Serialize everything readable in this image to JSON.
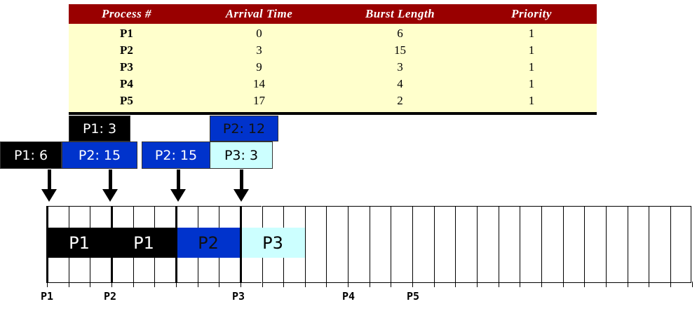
{
  "table": {
    "headers": [
      "Process #",
      "Arrival Time",
      "Burst Length",
      "Priority"
    ],
    "rows": [
      {
        "process": "P1",
        "arrival": "0",
        "burst": "6",
        "priority": "1"
      },
      {
        "process": "P2",
        "arrival": "3",
        "burst": "15",
        "priority": "1"
      },
      {
        "process": "P3",
        "arrival": "9",
        "burst": "3",
        "priority": "1"
      },
      {
        "process": "P4",
        "arrival": "14",
        "burst": "4",
        "priority": "1"
      },
      {
        "process": "P5",
        "arrival": "17",
        "burst": "2",
        "priority": "1"
      }
    ]
  },
  "queues": {
    "q1": {
      "bottom": "P1: 6"
    },
    "q2": {
      "top": "P1: 3",
      "bottom": "P2: 15"
    },
    "q3": {
      "bottom": "P2: 15"
    },
    "q4": {
      "top": "P2: 12",
      "bottom": "P3: 3"
    }
  },
  "gantt": {
    "bars": [
      "P1",
      "P1",
      "P2",
      "P3"
    ],
    "arrival_labels": [
      "P1",
      "P2",
      "P3",
      "P4",
      "P5"
    ]
  },
  "colors": {
    "header_bg": "#990000",
    "table_bg": "#ffffcc",
    "p1": "#000000",
    "p2": "#0033cc",
    "p3": "#ccffff"
  }
}
